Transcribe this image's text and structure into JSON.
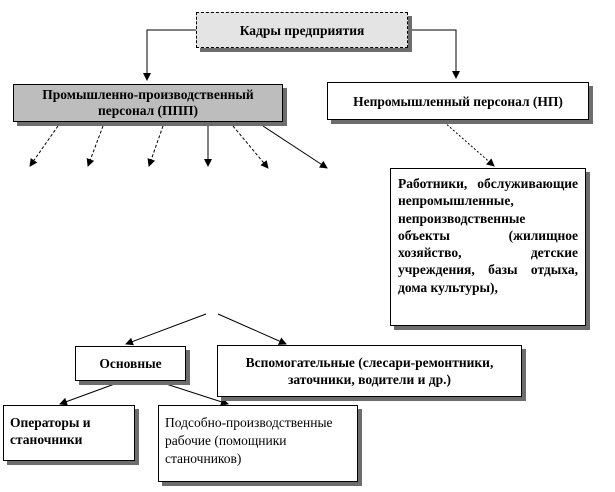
{
  "root": {
    "label": "Кадры предприятия"
  },
  "industrial": {
    "label": "Промышленно-производственный персонал (ППП)"
  },
  "nonindustrial": {
    "label": "Непромышленный персонал (НП)"
  },
  "nonindustrial_desc": {
    "text": "Работники, обслуживающие непромышленные, непроизводственные объекты (жилищное хозяйство, детские учреждения, базы отдыха, дома культуры),"
  },
  "main_workers": {
    "label": "Основные"
  },
  "auxiliary_workers": {
    "label": "Вспомогательные (слесари-ремонтники, заточники, водители и др.)"
  },
  "operators": {
    "label": "Операторы и станочники"
  },
  "subsidiary_workers": {
    "label": "Подсобно-производственные рабочие (помощники станочников)"
  }
}
